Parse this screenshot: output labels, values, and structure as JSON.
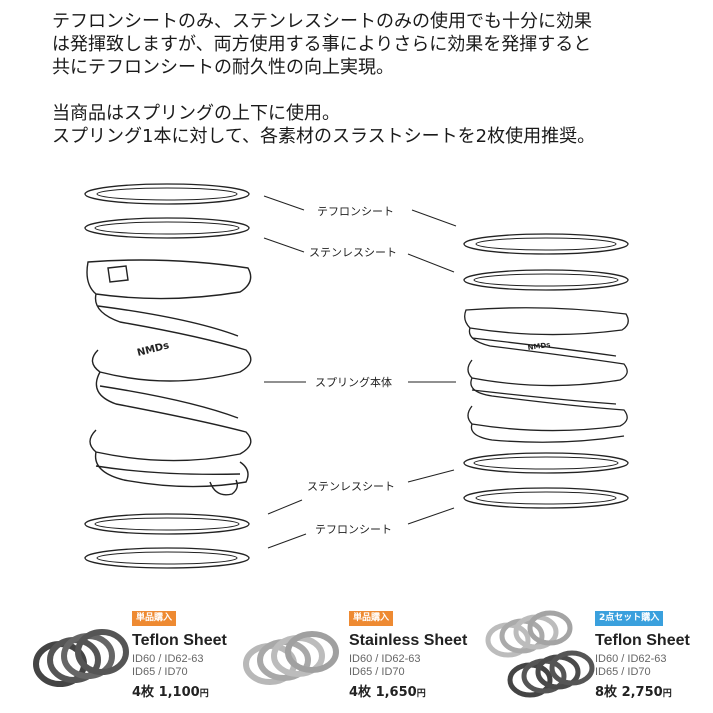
{
  "intro": {
    "line1": "テフロンシートのみ、ステンレスシートのみの使用でも十分に効果",
    "line2": "は発揮致しますが、両方使用する事によりさらに効果を発揮すると",
    "line3": "共にテフロンシートの耐久性の向上実現。",
    "line4": "当商品はスプリングの上下に使用。",
    "line5": "スプリング1本に対して、各素材のスラストシートを2枚使用推奨。"
  },
  "labels": {
    "teflon_top": "テフロンシート",
    "stainless_top": "ステンレスシート",
    "spring_body": "スプリング本体",
    "stainless_bottom": "ステンレスシート",
    "teflon_bottom": "テフロンシート"
  },
  "spring_logo": "NMDs",
  "products": [
    {
      "badge": "単品購入",
      "badge_color": "#ee8a32",
      "name": "Teflon Sheet",
      "spec1": "ID60 / ID62-63",
      "spec2": "ID65 / ID70",
      "qty": "4枚",
      "price": "1,100",
      "yen": "円"
    },
    {
      "badge": "単品購入",
      "badge_color": "#ee8a32",
      "name": "Stainless Sheet",
      "spec1": "ID60 / ID62-63",
      "spec2": "ID65 / ID70",
      "qty": "4枚",
      "price": "1,650",
      "yen": "円"
    },
    {
      "badge": "2点セット購入",
      "badge_color": "#3aa0dd",
      "name": "Teflon Sheet",
      "spec1": "ID60 / ID62-63",
      "spec2": "ID65 / ID70",
      "qty": "8枚",
      "price": "2,750",
      "yen": "円"
    }
  ]
}
